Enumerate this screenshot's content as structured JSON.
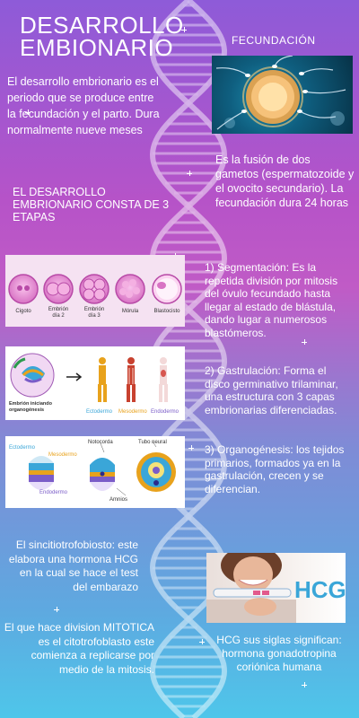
{
  "title_line1": "DESARROLLO",
  "title_line2": "EMBIONARIO",
  "fecundacion_heading": "FECUNDACIÓN",
  "intro": "El desarrollo embrionario es el periodo que se produce entre la fecundación y el parto. Dura normalmente nueve meses",
  "fecundacion_text": "Es la fusión de dos gametos (espermatozoide y el ovocito secundario). La fecundación dura 24 horas",
  "etapas_heading": "EL DESARROLLO EMBRIONARIO CONSTA DE 3 ETAPAS",
  "stage1": {
    "text": "1) Segmentación: Es la repetida división por mitosis del óvulo fecundado hasta llegar al estado de blástula, dando lugar a numerosos blastómeros.",
    "labels": [
      "Cigoto",
      "Embrión día 2",
      "Embrión día 3",
      "Mórula",
      "Blastocisto"
    ]
  },
  "stage2": {
    "text": "2) Gastrulación: Forma el disco germinativo trilaminar, una estructura con 3 capas embrionarias diferenciadas.",
    "caption": "Embrión iniciando organogénesis",
    "labels": [
      "Ectodermo",
      "Mesodermo",
      "Endodermo"
    ]
  },
  "stage3": {
    "text": "3) Organogénesis: los tejidos primarios, formados ya en la gastrulación, crecen y se diferencian.",
    "labels": [
      "Ectodermo",
      "Mesodermo",
      "Notocorda",
      "Tubo neural",
      "Endodermo",
      "Amnios"
    ]
  },
  "sincitio_text": "El sincitiotrofobiosto: este elabora una hormona HCG en la cual se hace el test del embarazo",
  "mitotica_text": "El que hace division MITOTICA es el citotrofoblasto este comienza a replicarse por medio de la mitosis.",
  "hcg_label": "HCG",
  "hcg_text": "HCG sus siglas significan: hormona gonadotropina coriónica humana",
  "colors": {
    "ecto": "#3aa6d8",
    "meso": "#e8a21c",
    "endo": "#7a5cc8"
  }
}
